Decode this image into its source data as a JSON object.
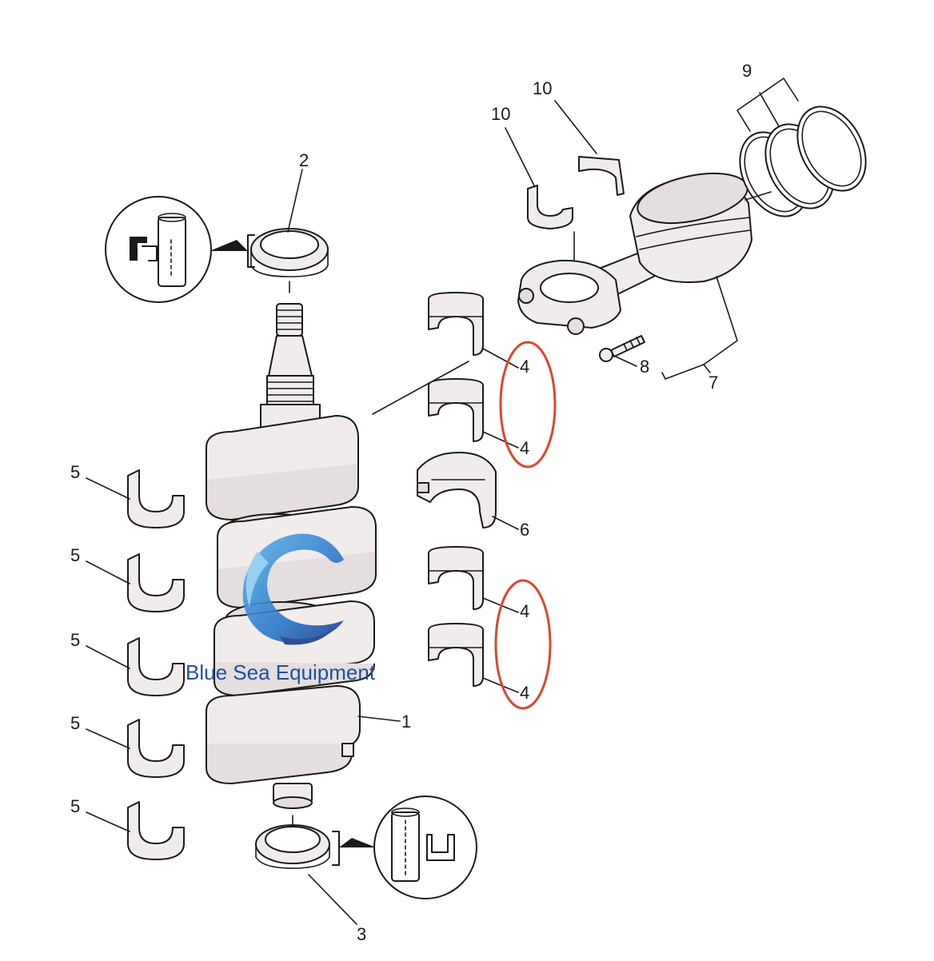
{
  "labels": {
    "l1": "1",
    "l2": "2",
    "l3": "3",
    "l4a": "4",
    "l4b": "4",
    "l4c": "4",
    "l4d": "4",
    "l5a": "5",
    "l5b": "5",
    "l5c": "5",
    "l5d": "5",
    "l5e": "5",
    "l6": "6",
    "l7": "7",
    "l8": "8",
    "l9": "9",
    "l10a": "10",
    "l10b": "10"
  },
  "watermark": {
    "text": "Blue Sea Equipment",
    "color": "#1f4fa0",
    "icon": "wave-logo-icon"
  },
  "callouts": {
    "color": "#e0452f"
  }
}
